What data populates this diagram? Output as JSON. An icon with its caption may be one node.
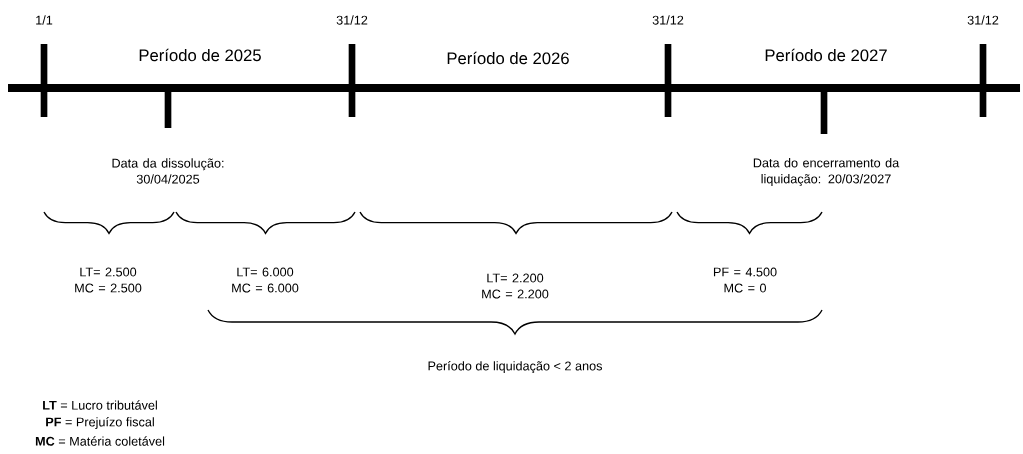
{
  "diagram": {
    "labels": [
      "1/1",
      "31/12",
      "31/12",
      "31/12",
      "Período de 2025",
      "Período de 2026",
      "Período de 2027",
      "Data da dissolução: 30/04/2025",
      "Data do encerramento da liquidação: 20/03/2027",
      "LT= 2.500 MC = 2.500",
      "LT= 6.000 MC = 6.000",
      "LT= 2.200 MC = 2.200",
      "PF = 4.500 MC = 0",
      "Período de liquidação < 2 anos",
      "**LT** = Lucro tributável",
      "**PF** = Prejuízo fiscal",
      "**MC** = Matéria coletável"
    ]
  }
}
